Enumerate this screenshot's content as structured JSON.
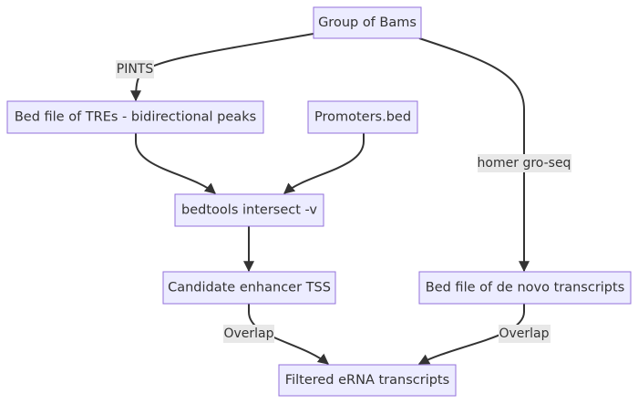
{
  "nodes": {
    "group_bams": "Group of Bams",
    "bed_tres": "Bed file of TREs - bidirectional peaks",
    "promoters": "Promoters.bed",
    "bedtools": "bedtools intersect -v",
    "candidate_tss": "Candidate enhancer TSS",
    "denovo": "Bed file of de novo transcripts",
    "filtered": "Filtered eRNA transcripts"
  },
  "edges": {
    "pints": "PINTS",
    "homer": "homer gro-seq",
    "overlap_left": "Overlap",
    "overlap_right": "Overlap"
  },
  "colors": {
    "node_fill": "#ECECFF",
    "node_stroke": "#9370DB",
    "edge": "#333333",
    "label_bg": "#e8e8e8"
  }
}
